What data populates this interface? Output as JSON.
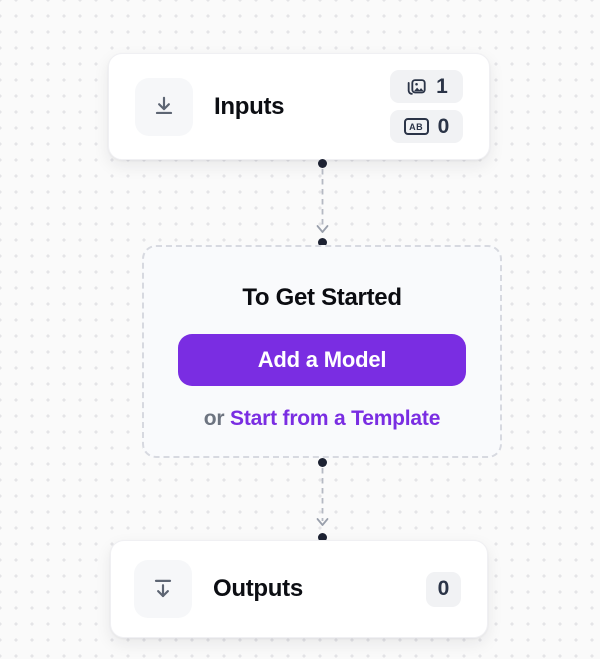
{
  "canvas": {
    "background": "#fafafa",
    "dot_color": "#e4e4e7",
    "accent_color": "#7a2de2"
  },
  "inputs_node": {
    "title": "Inputs",
    "icon": "download-icon",
    "badges": [
      {
        "icon": "images-icon",
        "count": "1"
      },
      {
        "icon": "text-field-icon",
        "icon_label": "AB",
        "count": "0"
      }
    ]
  },
  "get_started_node": {
    "title": "To Get Started",
    "button_label": "Add a Model",
    "or_label": "or ",
    "link_label": "Start from a Template"
  },
  "outputs_node": {
    "title": "Outputs",
    "icon": "download-to-line-icon",
    "count": "0"
  }
}
